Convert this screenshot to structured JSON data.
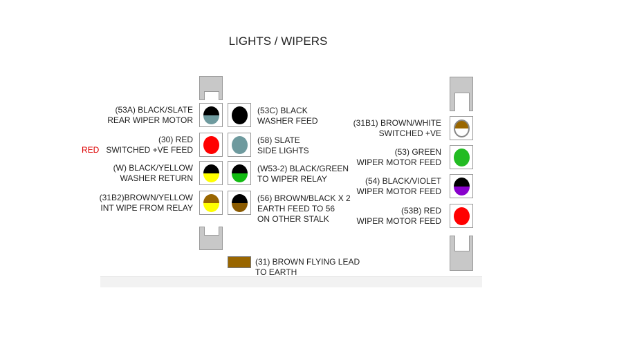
{
  "title": "LIGHTS / WIPERS",
  "side_label": "RED",
  "left_connector": {
    "pins": [
      {
        "label": [
          "(53A) BLACK/SLATE",
          "REAR WIPER MOTOR"
        ],
        "top": "#000000",
        "bottom": "#6e9a9e",
        "side": "left"
      },
      {
        "label": [
          "(53C) BLACK",
          "WASHER FEED"
        ],
        "top": "#000000",
        "bottom": "#000000",
        "side": "right"
      },
      {
        "label": [
          "(30) RED",
          "SWITCHED +VE FEED"
        ],
        "top": "#ff0000",
        "bottom": "#ff0000",
        "side": "left"
      },
      {
        "label": [
          "(58) SLATE",
          "SIDE LIGHTS"
        ],
        "top": "#6e9a9e",
        "bottom": "#6e9a9e",
        "side": "right"
      },
      {
        "label": [
          "(W) BLACK/YELLOW",
          "WASHER RETURN"
        ],
        "top": "#000000",
        "bottom": "#ffff00",
        "side": "left"
      },
      {
        "label": [
          "(W53-2) BLACK/GREEN",
          "TO WIPER RELAY"
        ],
        "top": "#000000",
        "bottom": "#11bb11",
        "side": "right"
      },
      {
        "label": [
          "(31B2)BROWN/YELLOW",
          "INT WIPE FROM RELAY"
        ],
        "top": "#996600",
        "bottom": "#ffff00",
        "side": "left"
      },
      {
        "label": [
          "(56) BROWN/BLACK X 2",
          "EARTH FEED TO 56",
          " ON OTHER STALK"
        ],
        "top": "#000000",
        "bottom": "#8a5a00",
        "side": "right"
      }
    ]
  },
  "right_connector": {
    "pins": [
      {
        "label": [
          "(31B1) BROWN/WHITE",
          "SWITCHED +VE"
        ],
        "top": "#996600",
        "bottom": "#ffffff"
      },
      {
        "label": [
          "(53) GREEN",
          "WIPER MOTOR FEED"
        ],
        "top": "#22bb22",
        "bottom": "#22bb22"
      },
      {
        "label": [
          "(54) BLACK/VIOLET",
          "WIPER MOTOR FEED"
        ],
        "top": "#000000",
        "bottom": "#8800cc"
      },
      {
        "label": [
          "(53B) RED",
          "WIPER MOTOR FEED"
        ],
        "top": "#ff0000",
        "bottom": "#ff0000"
      }
    ]
  },
  "flying_lead": {
    "label": [
      "(31) BROWN FLYING LEAD",
      "TO EARTH"
    ],
    "color": "#996600"
  }
}
